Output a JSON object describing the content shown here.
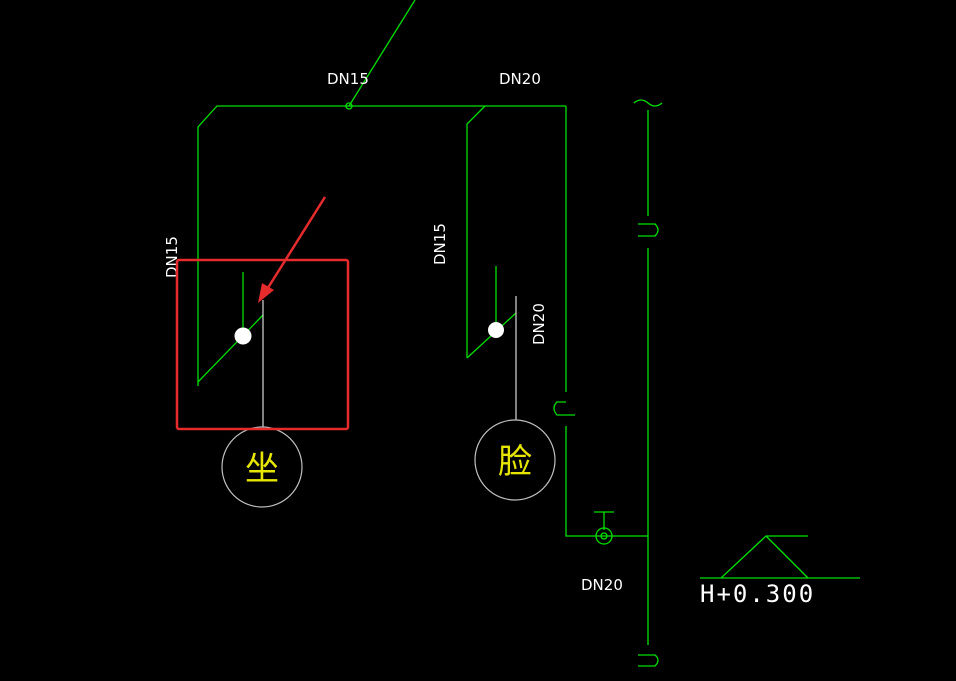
{
  "labels": {
    "top_left_pipe": "DN15",
    "top_right_pipe": "DN20",
    "left_riser": "DN15",
    "mid_riser": "DN15",
    "mid_right_riser": "DN20",
    "bottom_branch": "DN20",
    "elevation": "H+0.300"
  },
  "fixtures": {
    "toilet": "坐",
    "washbasin": "脸"
  },
  "colors": {
    "background": "#000000",
    "pipe": "#00e000",
    "text": "#ffffff",
    "fixture_text": "#e6e600",
    "fixture_circle": "#bfbfbf",
    "highlight": "#e52b2b"
  }
}
